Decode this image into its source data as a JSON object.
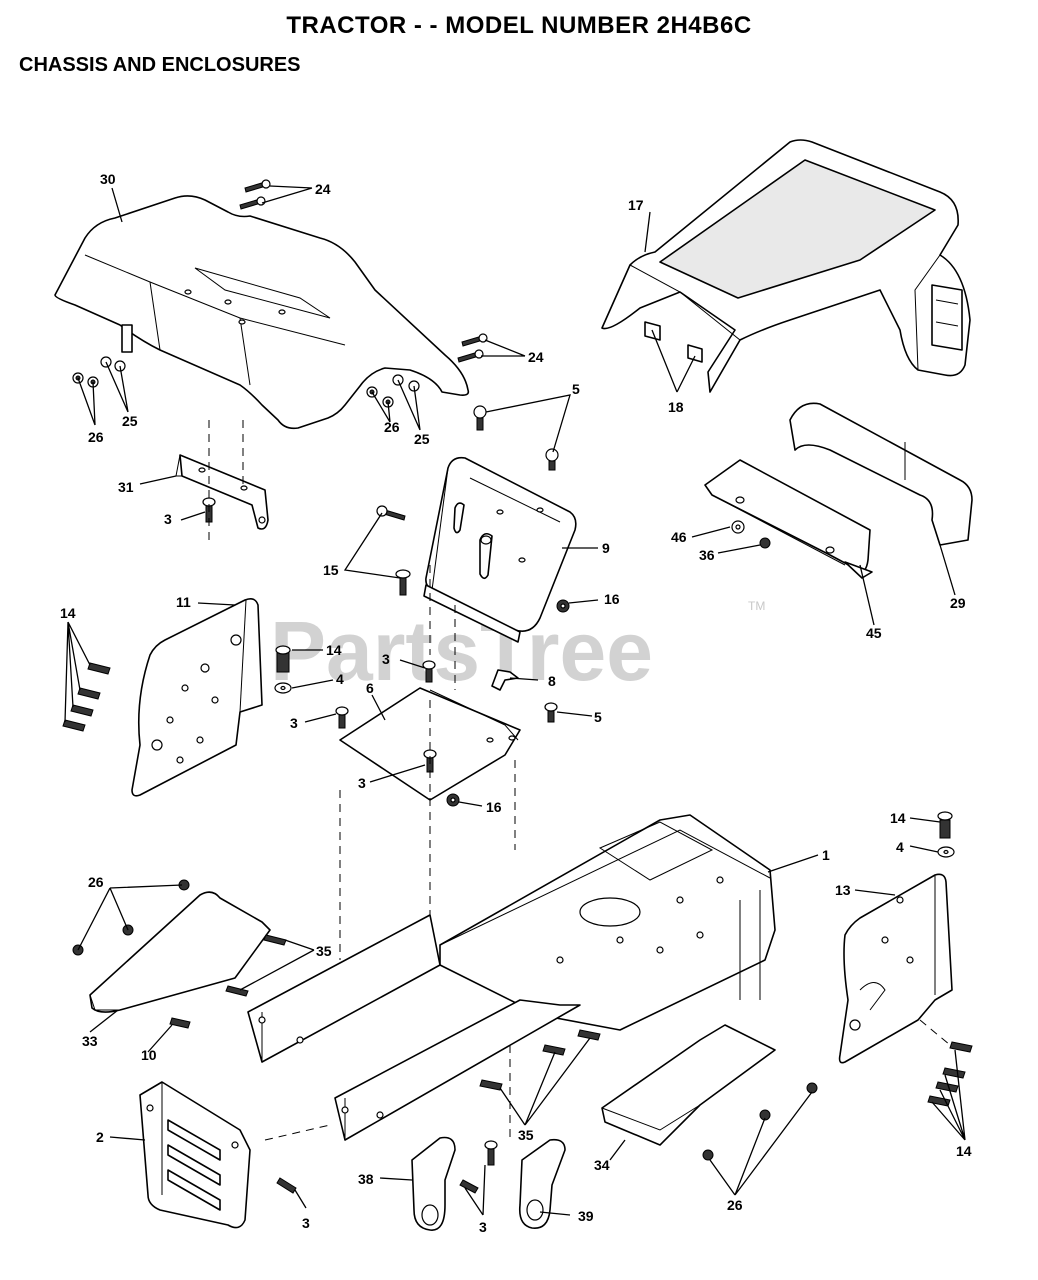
{
  "header": {
    "title": "TRACTOR - - MODEL NUMBER 2H4B6C",
    "subtitle": "CHASSIS AND ENCLOSURES"
  },
  "watermark": {
    "text": "PartsTree",
    "trademark": "TM",
    "color": "#d2d2d2"
  },
  "callouts": [
    "30",
    "24",
    "24",
    "25",
    "26",
    "25",
    "26",
    "31",
    "3",
    "17",
    "18",
    "5",
    "9",
    "15",
    "16",
    "46",
    "36",
    "45",
    "29",
    "14",
    "11",
    "14",
    "4",
    "3",
    "8",
    "3",
    "6",
    "5",
    "3",
    "16",
    "14",
    "4",
    "1",
    "13",
    "26",
    "35",
    "33",
    "10",
    "2",
    "3",
    "38",
    "3",
    "35",
    "39",
    "34",
    "26",
    "14"
  ]
}
